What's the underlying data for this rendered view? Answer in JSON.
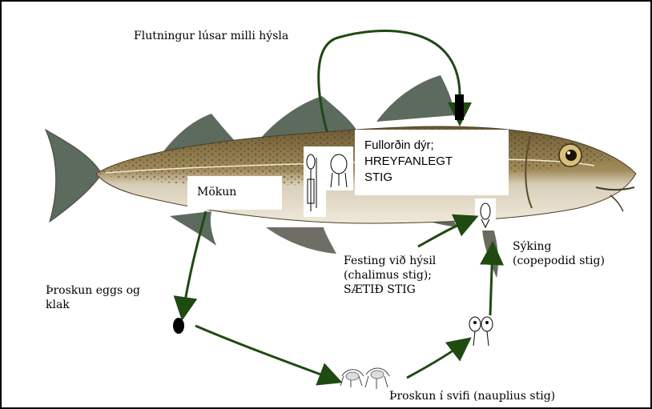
{
  "labels": {
    "transfer": "Flutningur lúsar milli hýsla",
    "adult": "Fullorðin dýr;\nHREYFANLEGT\nSTIG",
    "mating": "Mökun",
    "infection": "Sýking\n(copepodid stig)",
    "attachment": "Festing við hýsil\n(chalimus stig);\nSÆTIÐ STIG",
    "egg": "Þroskun eggs og\nklak",
    "nauplius": "Þroskun í svifi (nauplius stig)"
  },
  "colors": {
    "arrow": "#1f4a12",
    "fish_body": "#8a7548",
    "fish_belly": "#e7ddc8",
    "fin": "#5d6a5e",
    "egg": "#000000"
  },
  "icons": {
    "fish": "cod-fish",
    "adult_lice": "adult-lice-drawings",
    "chalimus": "chalimus-louse",
    "copepodid": "copepodid-larvae",
    "nauplius": "nauplius-larvae"
  }
}
